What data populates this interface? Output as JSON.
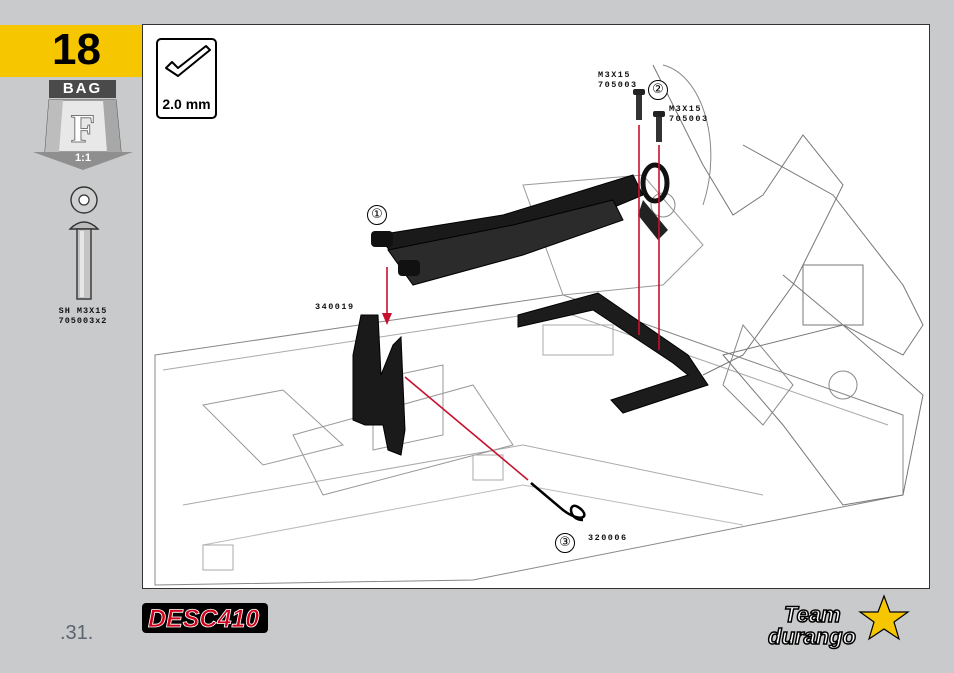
{
  "step": {
    "number": "18"
  },
  "bag": {
    "label": "BAG",
    "letter": "F",
    "scale": "1:1"
  },
  "parts_legend": {
    "line1": "SH M3X15",
    "line2": "705003x2"
  },
  "tool": {
    "size": "2.0 mm"
  },
  "callouts": {
    "c1": "①",
    "c2": "②",
    "c3": "③"
  },
  "labels": {
    "screw_a_name": "M3X15",
    "screw_a_code": "705003",
    "screw_b_name": "M3X15",
    "screw_b_code": "705003",
    "mount_code": "340019",
    "clip_code": "320006"
  },
  "footer": {
    "page_number": ".31.",
    "product_logo": "DESC410",
    "team_logo_line1": "Team",
    "team_logo_line2": "durango"
  },
  "colors": {
    "accent": "#f6c600",
    "arrow": "#c8102e",
    "logo_red": "#d0021b"
  }
}
